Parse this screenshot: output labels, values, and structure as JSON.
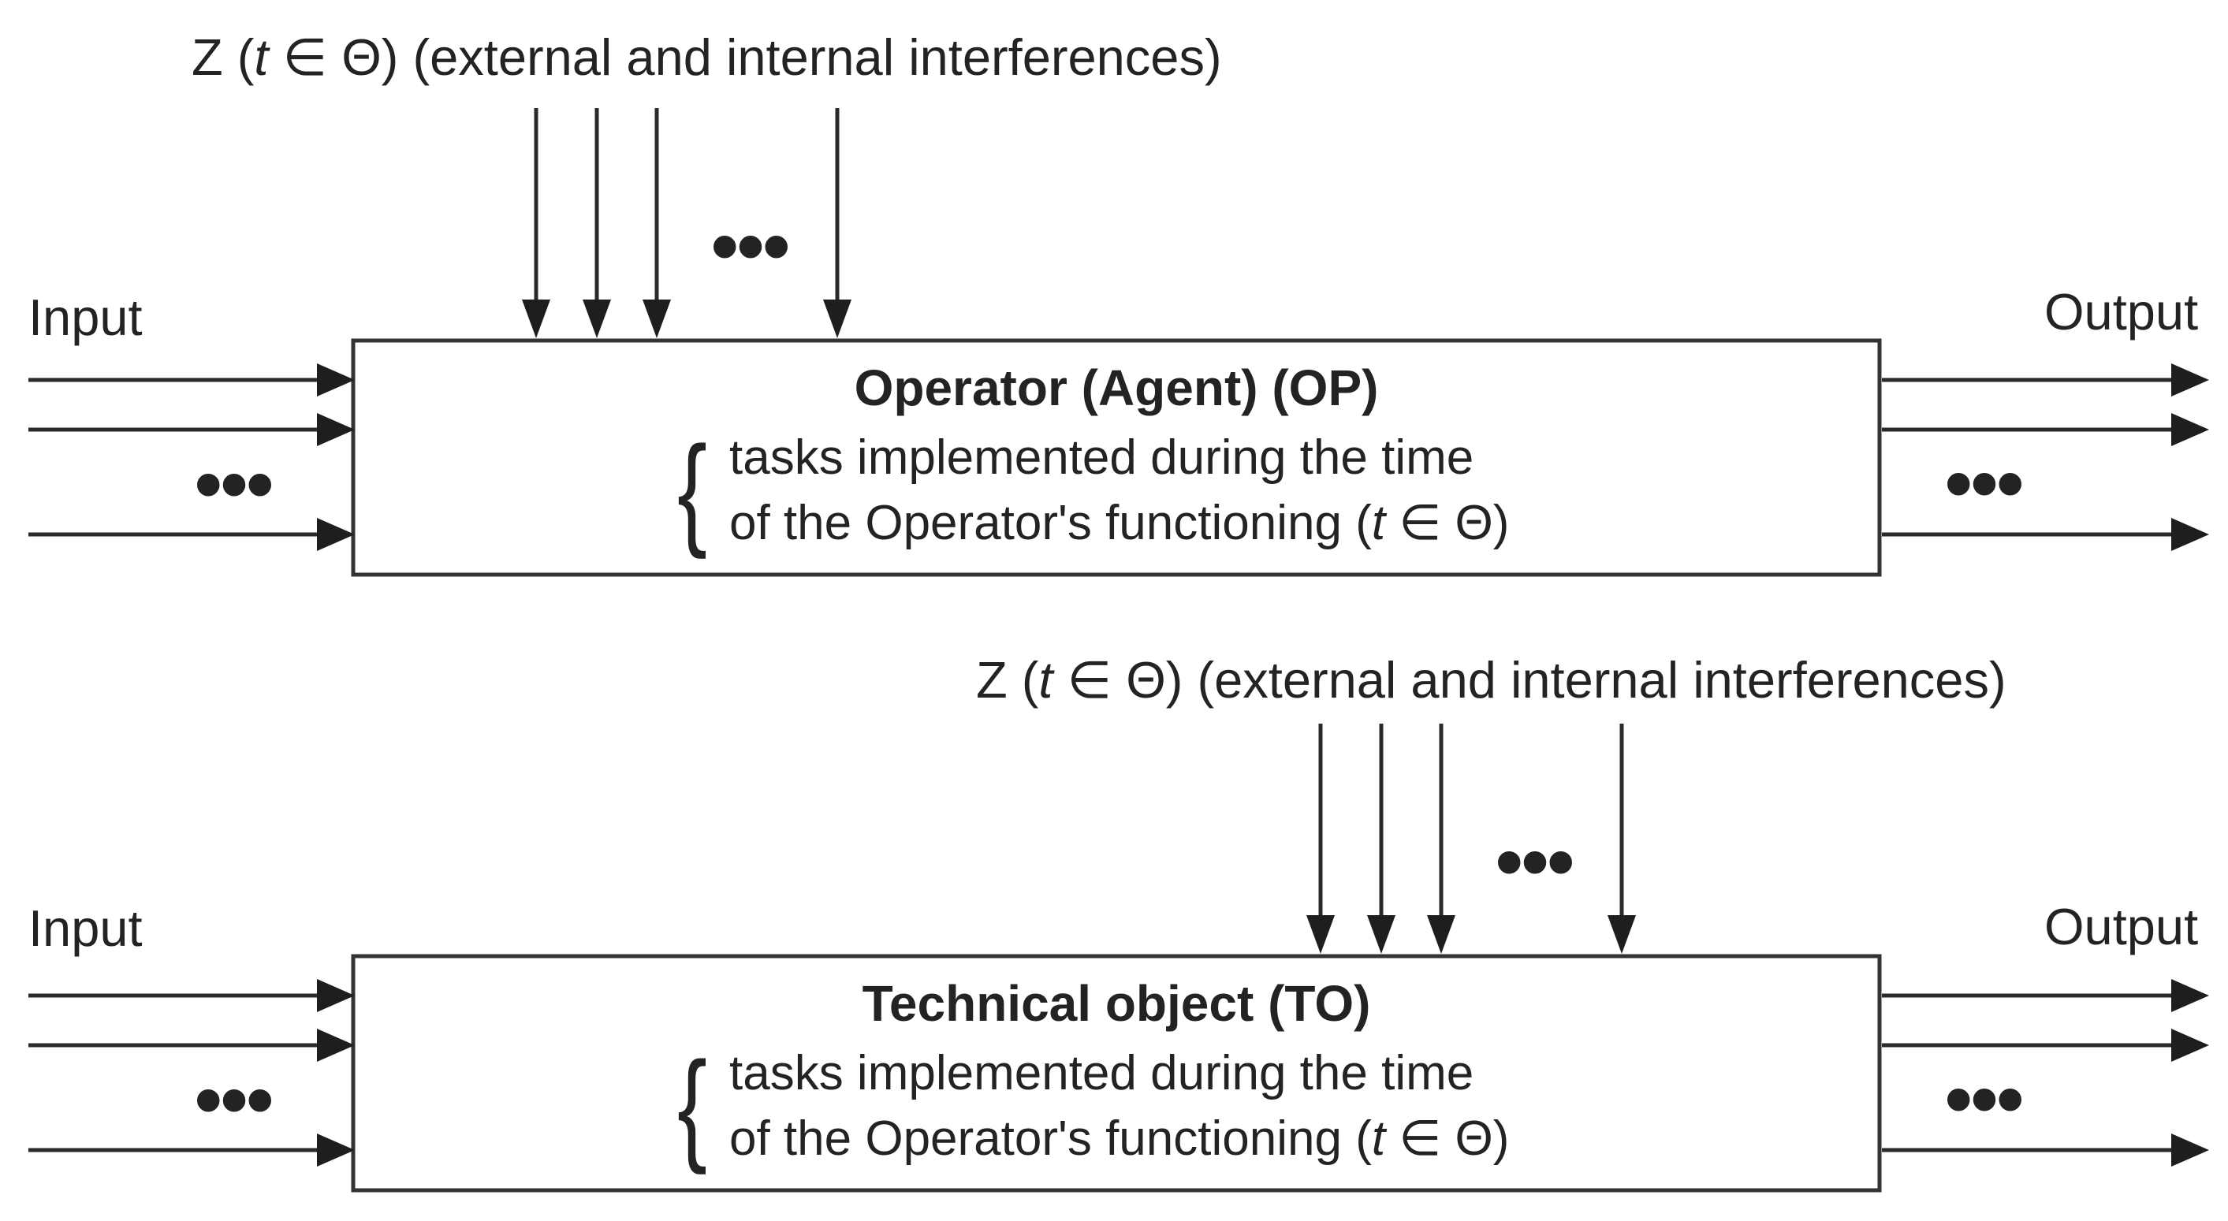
{
  "colors": {
    "background": "#ffffff",
    "ink": "#232323"
  },
  "top": {
    "interference_label": {
      "pre": "Z (",
      "var": "t",
      "post": " ∈ Θ) (external and internal interferences)"
    },
    "input_label": "Input",
    "output_label": "Output",
    "ellipsis": "•••",
    "box": {
      "title": "Operator (Agent) (OP)",
      "brace": "{",
      "task_line1": "tasks implemented during the time",
      "task_line2": {
        "pre": "of the Operator's functioning (",
        "var": "t",
        "post": " ∈ Θ)"
      }
    }
  },
  "bottom": {
    "interference_label": {
      "pre": "Z (",
      "var": "t",
      "post": " ∈ Θ) (external and internal interferences)"
    },
    "input_label": "Input",
    "output_label": "Output",
    "ellipsis": "•••",
    "box": {
      "title": "Technical object (TO)",
      "brace": "{",
      "task_line1": "tasks implemented during the time",
      "task_line2": {
        "pre": "of the Operator's functioning (",
        "var": "t",
        "post": " ∈ Θ)"
      }
    }
  }
}
